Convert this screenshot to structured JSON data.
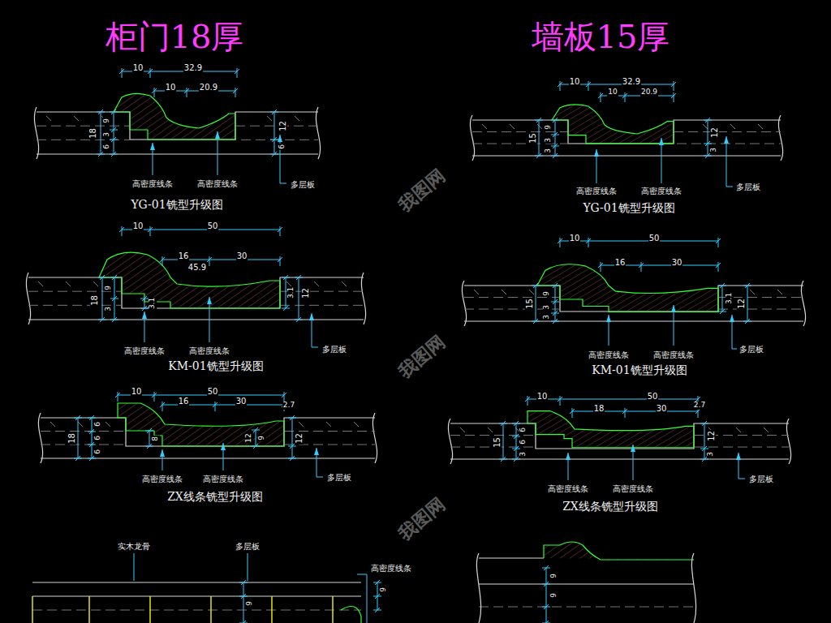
{
  "diagram": {
    "labels": [
      "柜门18厚",
      "墙板15厚",
      "10",
      "32.9",
      "10",
      "20.9",
      "18",
      "9",
      "3",
      "6",
      "12",
      "6",
      "高密度线条",
      "高密度线条",
      "多层板",
      "YG-01铣型升级图",
      "10",
      "50",
      "16",
      "30",
      "45.9",
      "18",
      "9",
      "3",
      "3.1",
      "3.1",
      "12",
      "高密度线条",
      "高密度线条",
      "多层板",
      "KM-01铣型升级图",
      "10",
      "50",
      "16",
      "30",
      "2.7",
      "18",
      "6",
      "6",
      "6",
      "8",
      "12",
      "9",
      "12",
      "高密度线条",
      "高密度线条",
      "多层板",
      "ZX线条铣型升级图",
      "实木龙骨",
      "多层板",
      "高密度线条",
      "9",
      "9",
      "10",
      "32.9",
      "10",
      "20.9",
      "15",
      "9",
      "3",
      "3",
      "12",
      "3",
      "高密度线条",
      "高密度线条",
      "多层板",
      "YG-01铣型升级图",
      "10",
      "50",
      "16",
      "30",
      "15",
      "9",
      "3",
      "3",
      "3.1",
      "12",
      "高密度线条",
      "高密度线条",
      "多层板",
      "KM-01铣型升级图",
      "10",
      "50",
      "18",
      "30",
      "2.7",
      "15",
      "6",
      "6",
      "3",
      "12",
      "3",
      "高密度线条",
      "高密度线条",
      "多层板",
      "ZX线条铣型升级图",
      "9",
      "9",
      "我图网",
      "我图网",
      "我图网"
    ]
  }
}
